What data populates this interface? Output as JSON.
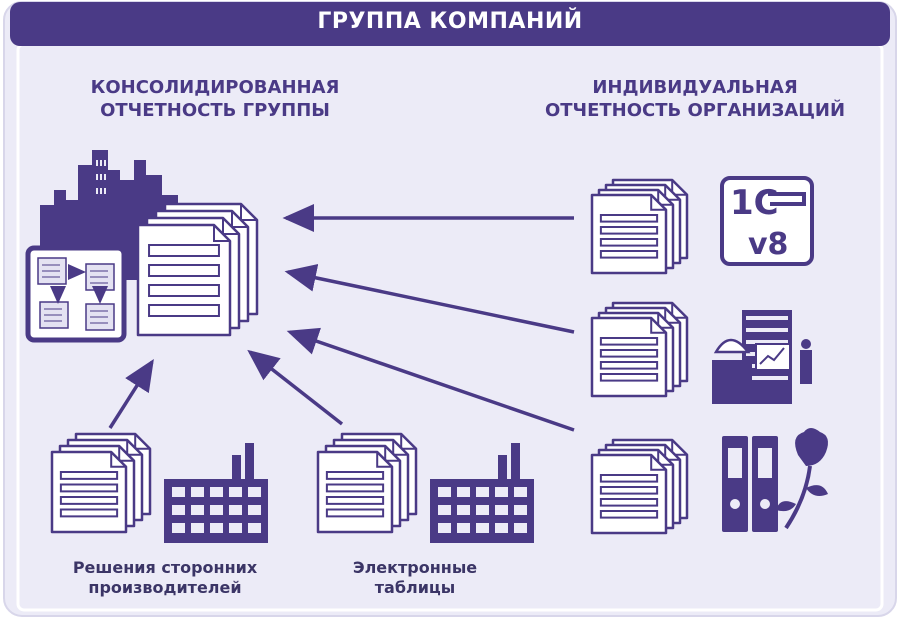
{
  "header": {
    "title": "ГРУППА КОМПАНИЙ"
  },
  "labels": {
    "consolidated": [
      "КОНСОЛИДИРОВАННАЯ",
      "ОТЧЕТНОСТЬ ГРУППЫ"
    ],
    "individual": [
      "ИНДИВИДУАЛЬНАЯ",
      "ОТЧЕТНОСТЬ ОРГАНИЗАЦИЙ"
    ],
    "third_party": [
      "Решения сторонних",
      "производителей"
    ],
    "spreadsheets": [
      "Электронные",
      "таблицы"
    ]
  },
  "logo_1c": {
    "line1": "1С",
    "line2": "v8"
  },
  "colors": {
    "primary": "#4a3a86",
    "panel": "#ecebf7",
    "panel_border": "#ffffff",
    "doc_fill": "#ffffff",
    "header_bg": "#4a3a86"
  },
  "icons": [
    "city-skyline-icon",
    "flowchart-icon",
    "document-stack-icon",
    "factory-icon",
    "logo-1c-icon",
    "office-building-icon",
    "binders-icon",
    "rose-icon",
    "arrow-icon"
  ]
}
